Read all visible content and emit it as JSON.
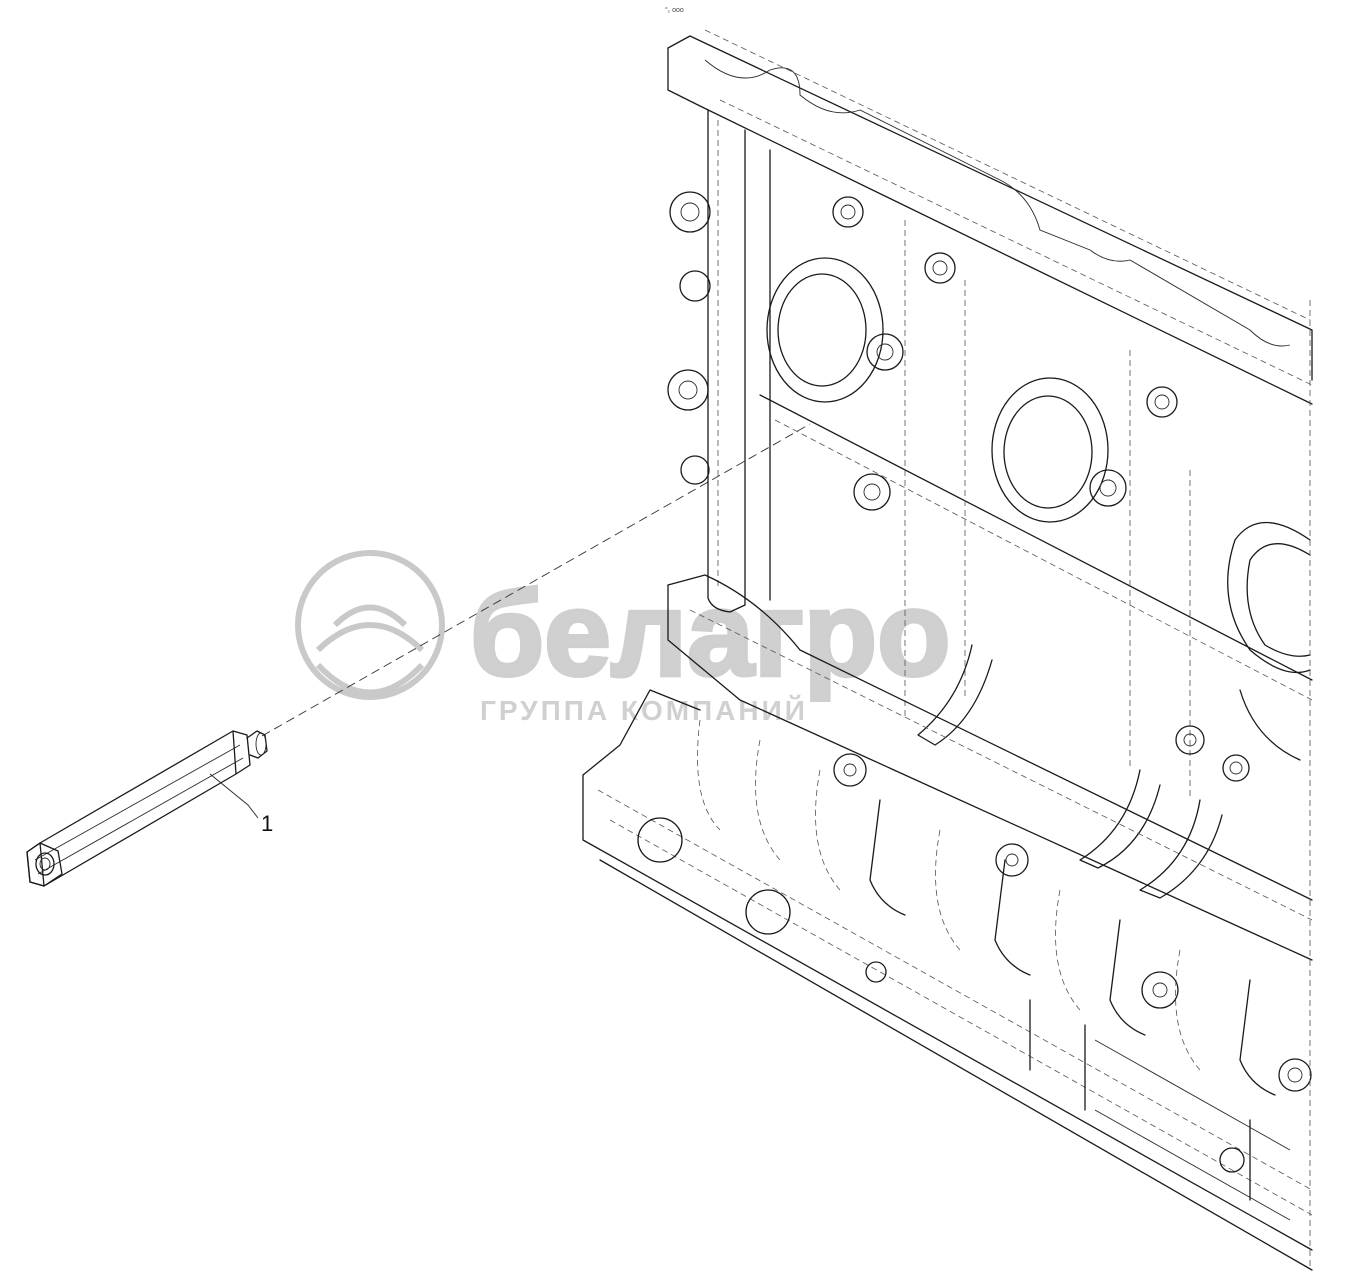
{
  "diagram": {
    "callouts": [
      {
        "label": "1"
      }
    ],
    "corner_tag": "°₁ ooo",
    "watermark": {
      "brand": "белагро",
      "subtitle": "ГРУППА КОМПАНИЙ",
      "color": "#c9c9c9"
    },
    "line_color": "#1a1a1a"
  }
}
